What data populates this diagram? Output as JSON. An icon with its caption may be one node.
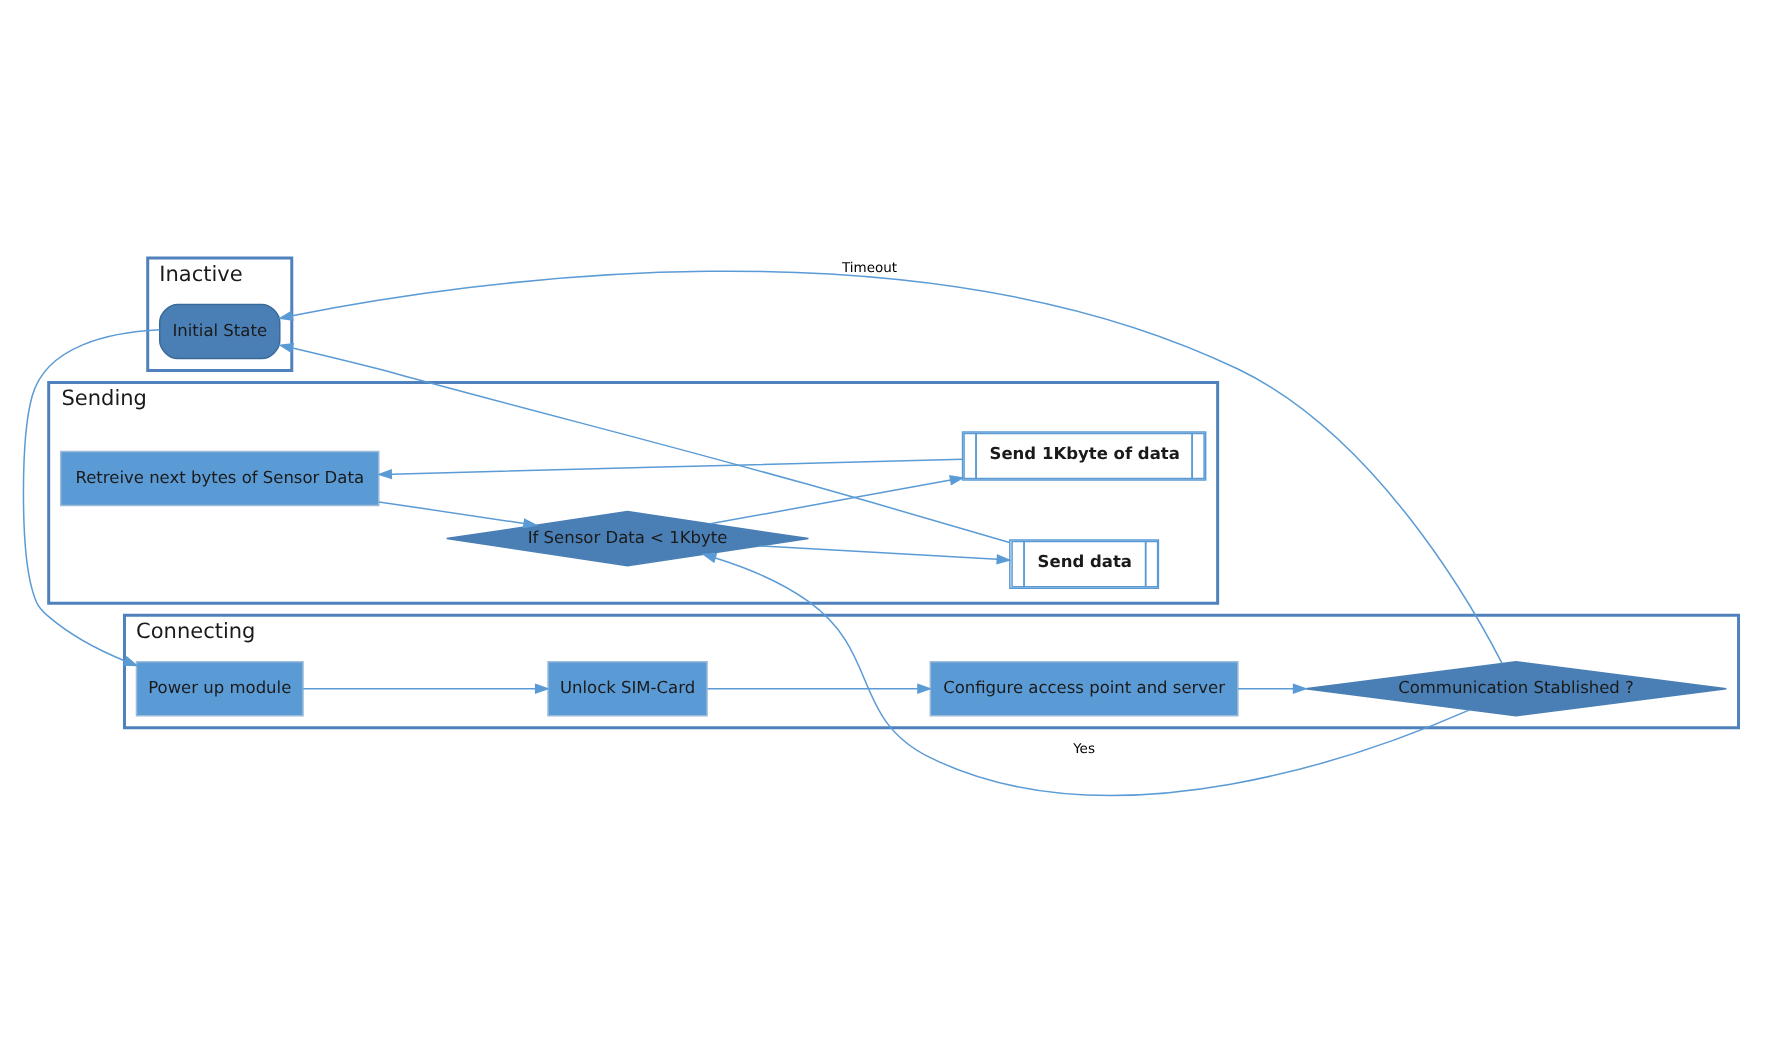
{
  "diagram": {
    "nodes": [
      {
        "text": [
          "Inactive"
        ]
      },
      {
        "text": [
          "Initial State"
        ],
        "in": 0
      },
      {
        "text": [
          "Connecting"
        ]
      },
      {
        "text": [
          "Power up module"
        ],
        "in": 2
      },
      {
        "text": [
          "Unlock SIM-Card"
        ],
        "in": 2
      },
      {
        "text": [
          "Configure access point and server"
        ],
        "in": 2
      },
      {
        "text": [
          "Communication Stablished ?"
        ],
        "in": 2
      },
      {
        "text": [
          "Sending"
        ]
      },
      {
        "text": [
          "Retreive next bytes of Sensor Data"
        ],
        "in": 7
      },
      {
        "text": [
          "If Sensor Data < 1Kbyte"
        ],
        "in": 7
      },
      {
        "text": [
          "Send data"
        ],
        "in": 7
      },
      {
        "text": [
          "Send 1Kbyte of data"
        ],
        "in": 7
      }
    ],
    "edges": [
      {
        "from": 1,
        "to": 3,
        "arrow": "to"
      },
      {
        "from": 3,
        "to": 4,
        "arrow": "to"
      },
      {
        "from": 4,
        "to": 5,
        "arrow": "to"
      },
      {
        "from": 5,
        "to": 6,
        "arrow": "to"
      },
      {
        "from": 6,
        "to": 1,
        "arrow": "to",
        "label": "Timeout"
      },
      {
        "from": 6,
        "to": 9,
        "arrow": "to",
        "label": "Yes"
      },
      {
        "from": 8,
        "to": 9,
        "arrow": "to"
      },
      {
        "from": 9,
        "to": 10,
        "arrow": "to"
      },
      {
        "from": 10,
        "to": 1,
        "arrow": "to"
      },
      {
        "from": 9,
        "to": 11,
        "arrow": "to"
      },
      {
        "from": 11,
        "to": 8,
        "arrow": "to"
      }
    ]
  }
}
